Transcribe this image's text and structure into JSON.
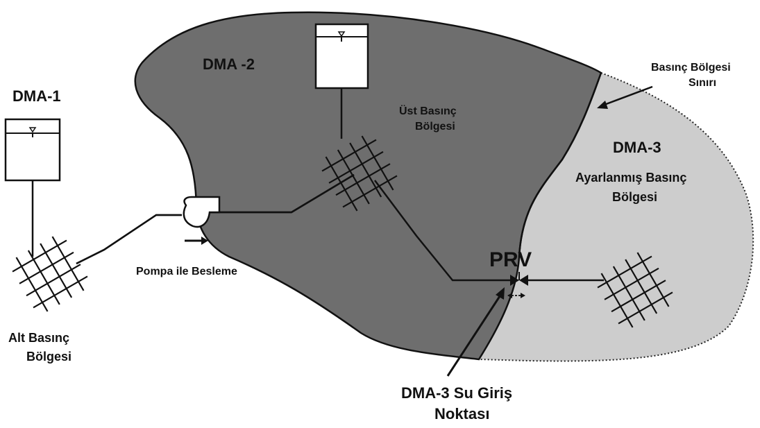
{
  "labels": {
    "dma1": "DMA-1",
    "dma2": "DMA -2",
    "dma3": "DMA-3",
    "upper_zone_1": "Üst Basınç",
    "upper_zone_2": "Bölgesi",
    "boundary_1": "Basınç Bölgesi",
    "boundary_2": "Sınırı",
    "adjusted_1": "Ayarlanmış Basınç",
    "adjusted_2": "Bölgesi",
    "prv": "PRV",
    "pump": "Pompa ile Besleme",
    "lower_1": "Alt  Basınç",
    "lower_2": "Bölgesi",
    "entry_1": "DMA-3 Su Giriş",
    "entry_2": "Noktası"
  },
  "colors": {
    "zone_dark": "#6e6e6e",
    "zone_light": "#cdcdcd",
    "ink": "#111111"
  }
}
